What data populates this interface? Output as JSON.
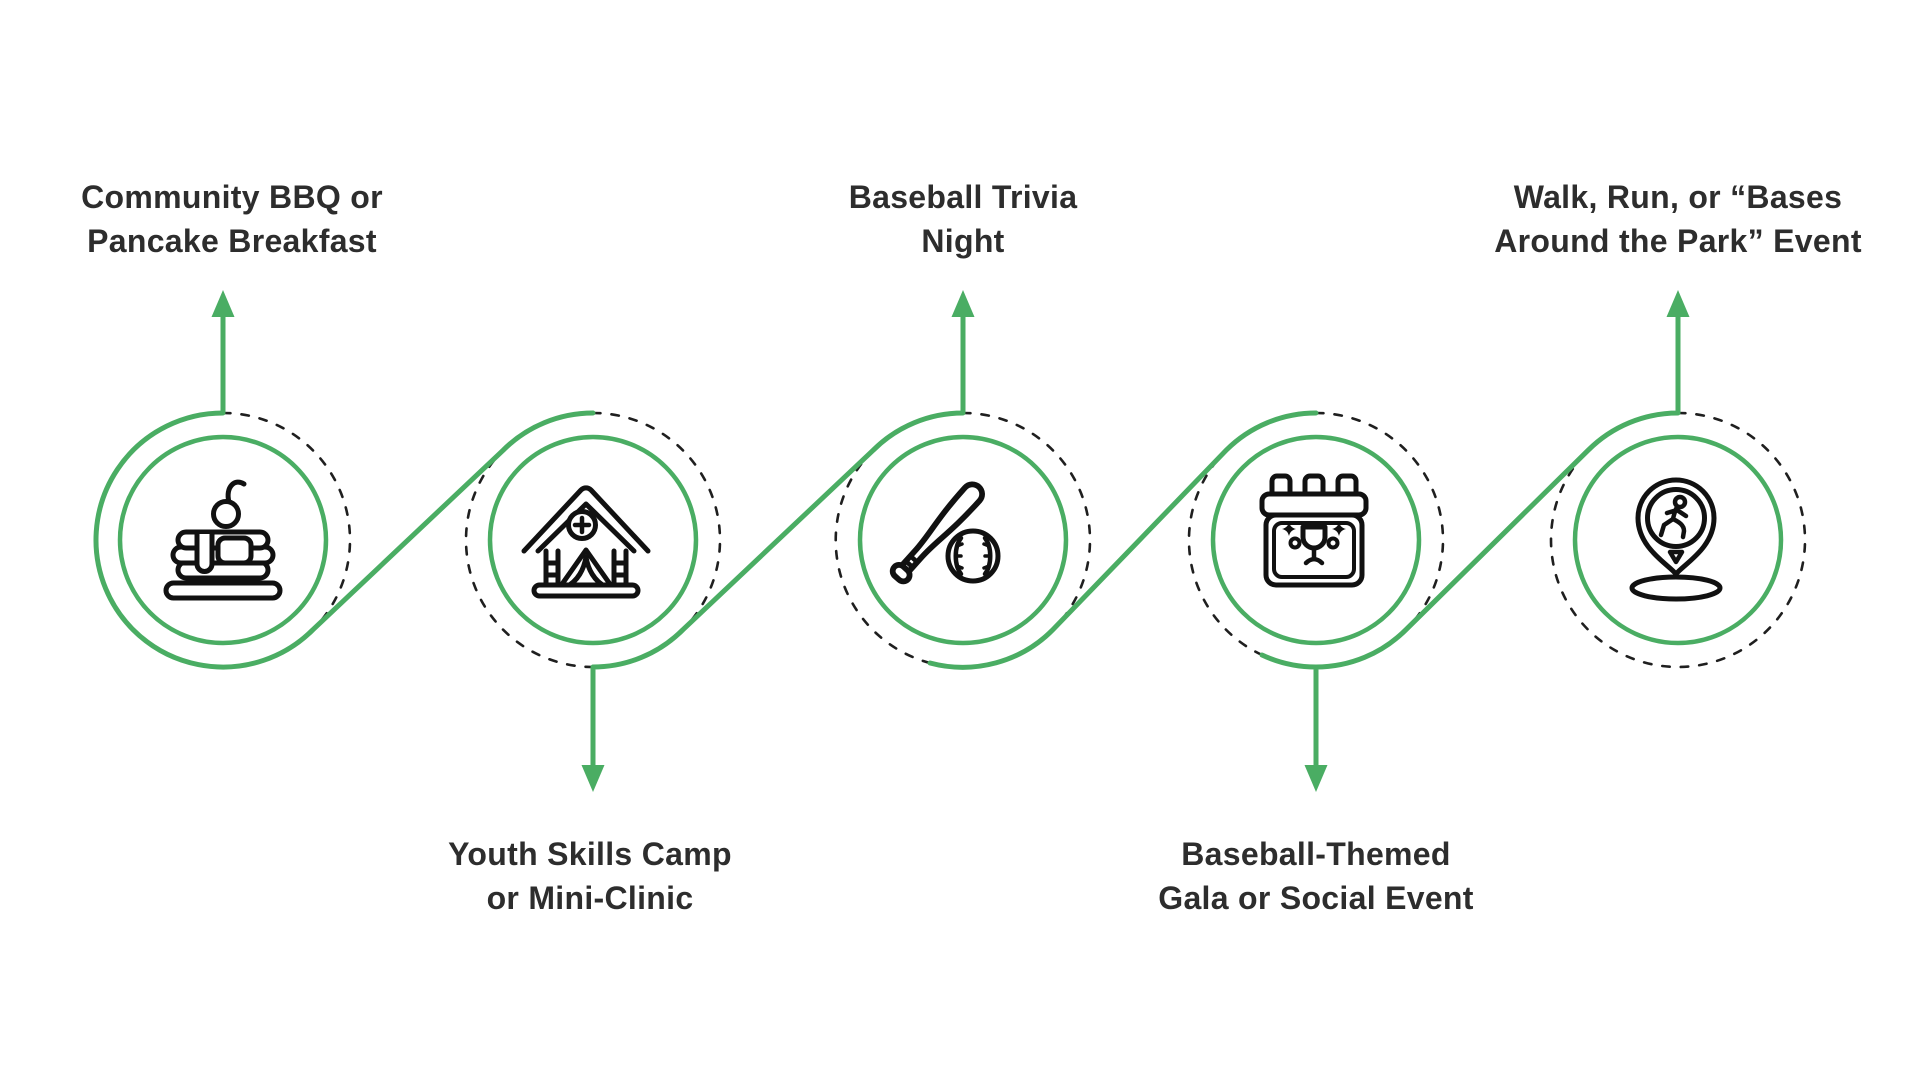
{
  "diagram": {
    "type": "zigzag-timeline",
    "accent_color": "#4AAD63",
    "dashed_ring_color": "#1f1f1f",
    "icon_color": "#111111",
    "text_color": "#2d2d2d",
    "background_color": "#ffffff",
    "nodes": [
      {
        "label": "Community BBQ or\nPancake Breakfast",
        "icon": "pancakes-icon",
        "label_position": "above",
        "arrow": "up"
      },
      {
        "label": "Youth Skills Camp\nor Mini-Clinic",
        "icon": "medical-tent-icon",
        "label_position": "below",
        "arrow": "down"
      },
      {
        "label": "Baseball Trivia\nNight",
        "icon": "baseball-bat-ball-icon",
        "label_position": "above",
        "arrow": "up"
      },
      {
        "label": "Baseball-Themed\nGala or Social Event",
        "icon": "gala-calendar-icon",
        "label_position": "below",
        "arrow": "down"
      },
      {
        "label": "Walk, Run, or “Bases\nAround the Park” Event",
        "icon": "run-location-pin-icon",
        "label_position": "above",
        "arrow": "up"
      }
    ]
  }
}
